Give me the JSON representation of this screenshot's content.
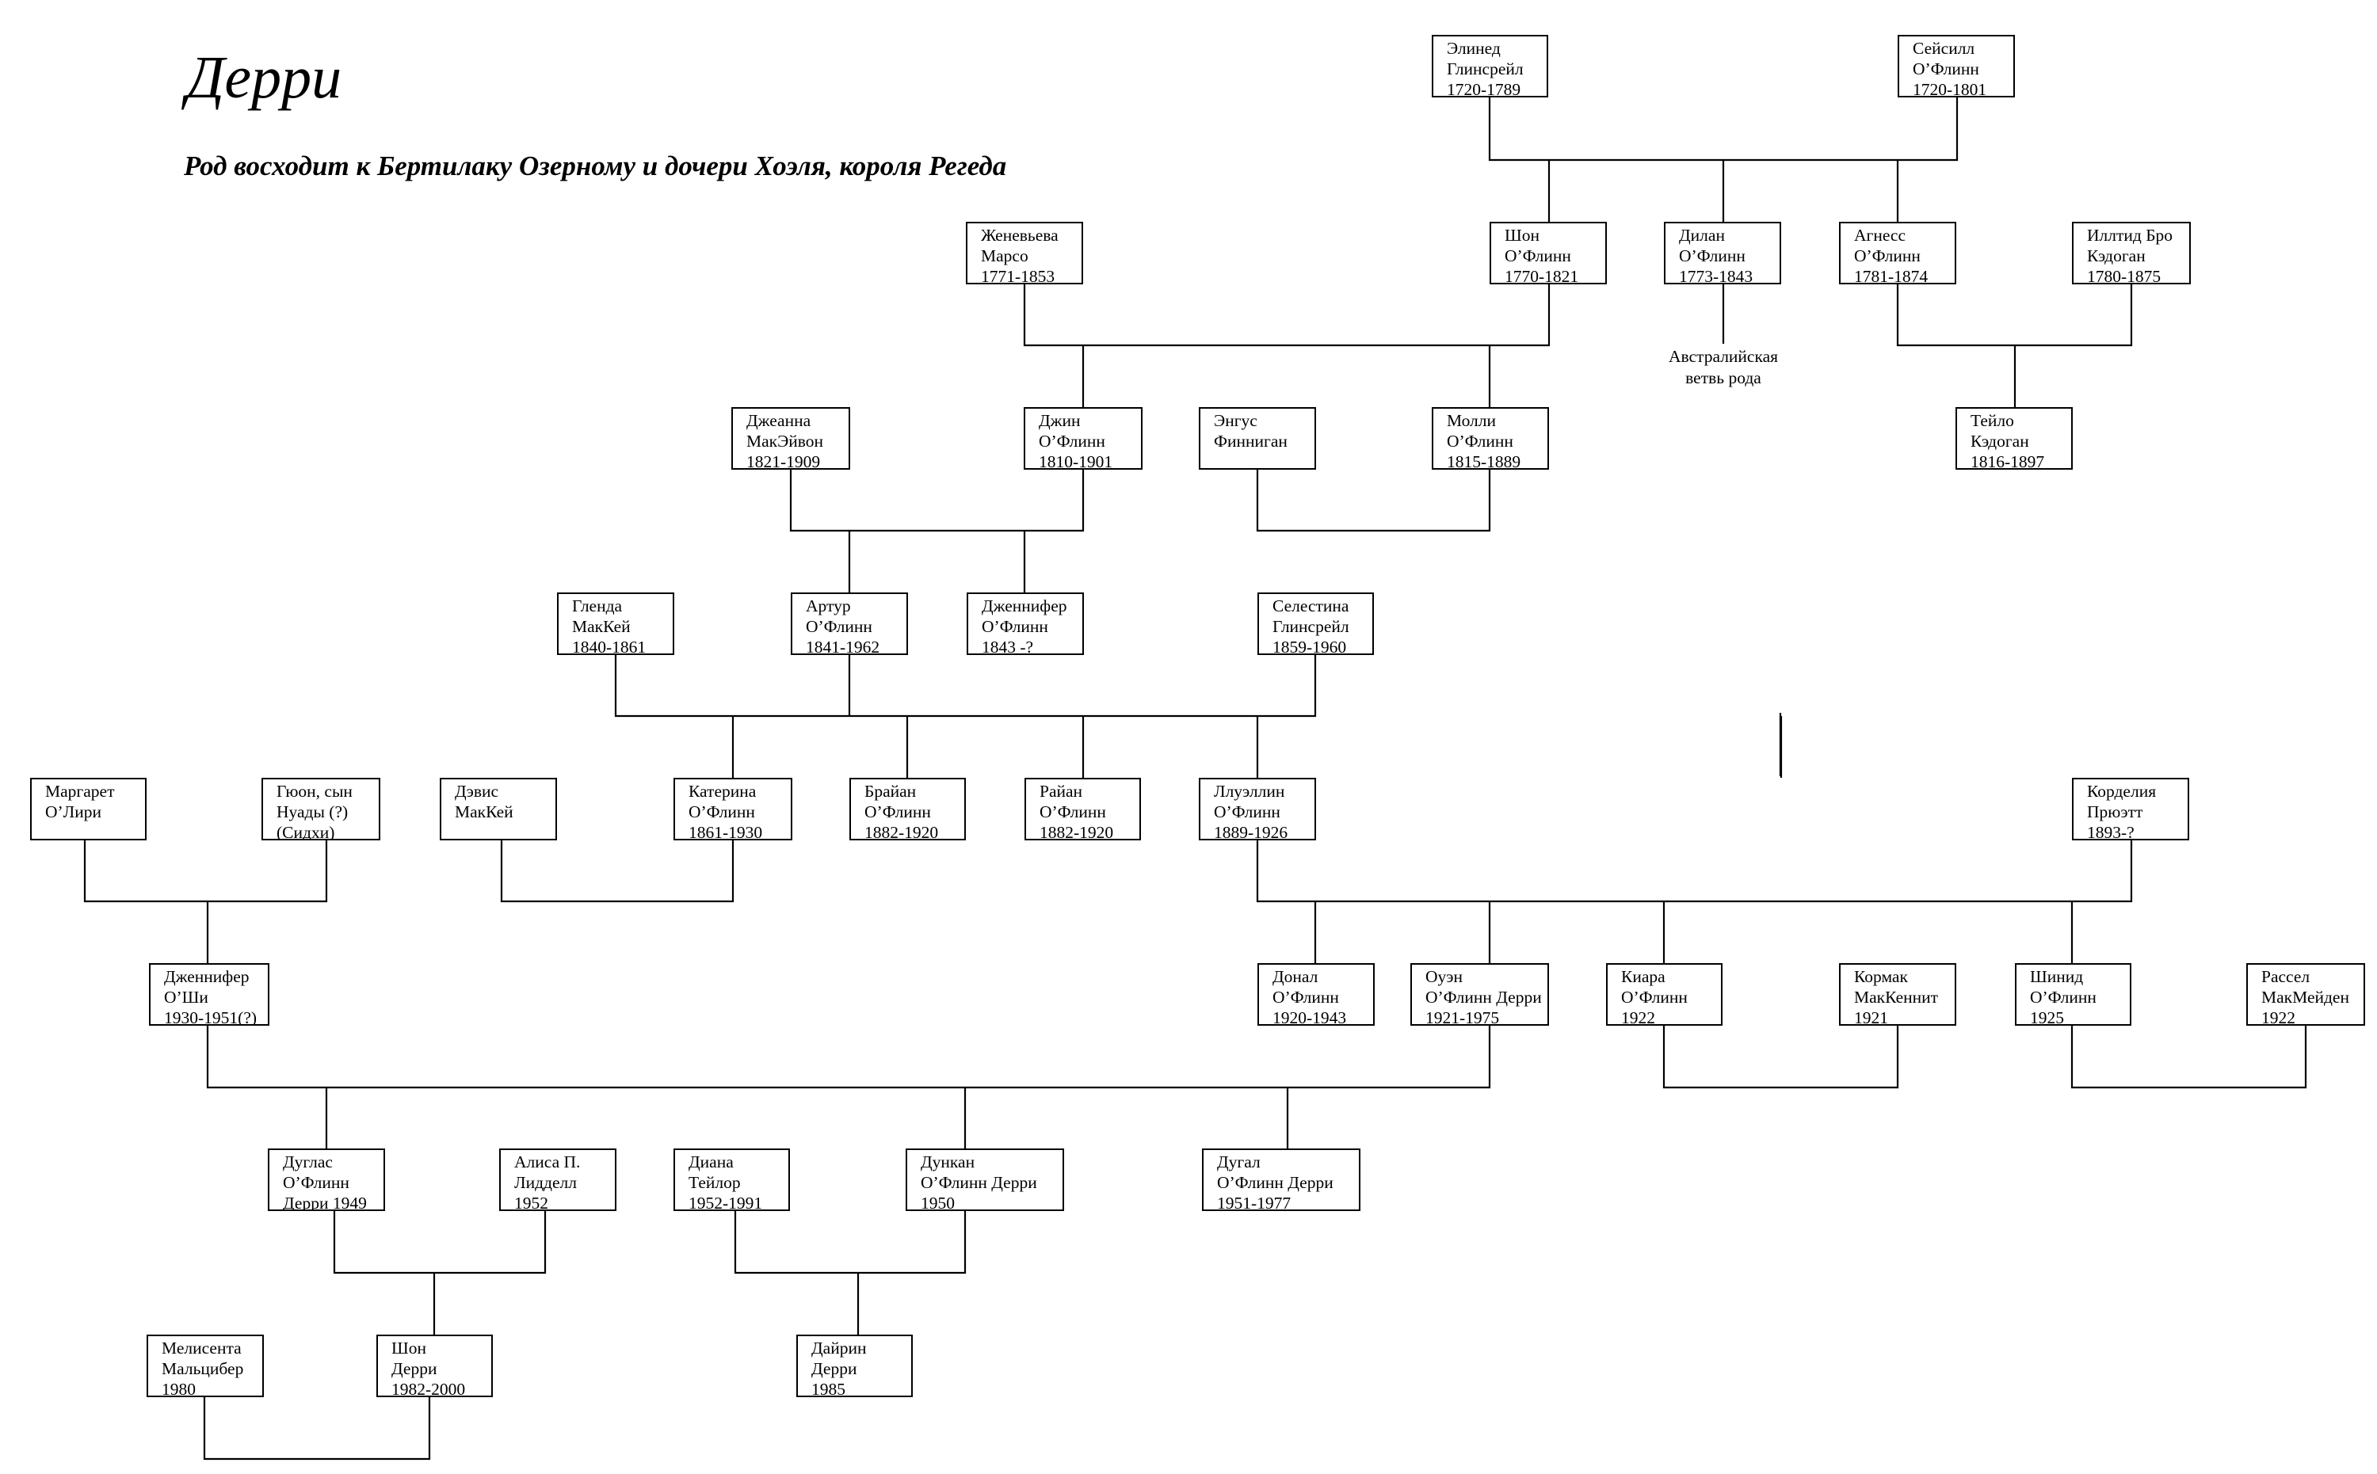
{
  "title": "Дерри",
  "subtitle": "Род восходит к Бертилаку Озерному и дочери Хоэля, короля Регеда",
  "persons": [
    {
      "id": "elined",
      "lines": [
        "Элинед",
        "Глинсрейл",
        "1720-1789"
      ]
    },
    {
      "id": "seysill",
      "lines": [
        "Сейсилл",
        "О’Флинн",
        "1720-1801"
      ]
    },
    {
      "id": "zheneveva",
      "lines": [
        "Женевьева",
        "Марсо",
        "1771-1853"
      ]
    },
    {
      "id": "shon1",
      "lines": [
        "Шон",
        "О’Флинн",
        "1770-1821"
      ]
    },
    {
      "id": "dilan",
      "lines": [
        "Дилан",
        "О’Флинн",
        "1773-1843"
      ]
    },
    {
      "id": "agness",
      "lines": [
        "Агнесс",
        "О’Флинн",
        "1781-1874"
      ]
    },
    {
      "id": "illtid",
      "lines": [
        "Иллтид Бро",
        "Кэдоган",
        "1780-1875"
      ]
    },
    {
      "id": "dzheanna",
      "lines": [
        "Джеанна",
        "МакЭйвон",
        "1821-1909"
      ]
    },
    {
      "id": "dzhin",
      "lines": [
        "Джин",
        "О’Флинн",
        "1810-1901"
      ]
    },
    {
      "id": "engus",
      "lines": [
        "Энгус",
        "Финниган"
      ]
    },
    {
      "id": "molli",
      "lines": [
        "Молли",
        "О’Флинн",
        "1815-1889"
      ]
    },
    {
      "id": "teylo",
      "lines": [
        "Тейло",
        "Кэдоган",
        "1816-1897"
      ]
    },
    {
      "id": "glenda",
      "lines": [
        "Гленда",
        "МакКей",
        "1840-1861"
      ]
    },
    {
      "id": "artur",
      "lines": [
        "Артур",
        "О’Флинн",
        "1841-1962"
      ]
    },
    {
      "id": "dzhennifer1",
      "lines": [
        "Дженнифер",
        "О’Флинн",
        "1843 -?"
      ]
    },
    {
      "id": "selestina",
      "lines": [
        "Селестина",
        "Глинсрейл",
        "1859-1960"
      ]
    },
    {
      "id": "margaret",
      "lines": [
        "Маргарет",
        "О’Лири"
      ]
    },
    {
      "id": "gyuon",
      "lines": [
        "Гюон, сын",
        "Нуады  (?)",
        "(Сидхи)"
      ]
    },
    {
      "id": "devis",
      "lines": [
        "Дэвис",
        "МакКей"
      ]
    },
    {
      "id": "katerina",
      "lines": [
        "Катерина",
        "О’Флинн",
        "1861-1930"
      ]
    },
    {
      "id": "brayan",
      "lines": [
        "Брайан",
        "О’Флинн",
        "1882-1920"
      ]
    },
    {
      "id": "rayan",
      "lines": [
        "Райан",
        "О’Флинн",
        "1882-1920"
      ]
    },
    {
      "id": "lluellin",
      "lines": [
        "Ллуэллин",
        "О’Флинн",
        "1889-1926"
      ]
    },
    {
      "id": "kordeliya",
      "lines": [
        "Корделия",
        "Прюэтт",
        "1893-?"
      ]
    },
    {
      "id": "dzhennifer2",
      "lines": [
        "Дженнифер",
        "О’Ши",
        "1930-1951(?)"
      ]
    },
    {
      "id": "donal",
      "lines": [
        "Донал",
        "О’Флинн",
        "1920-1943"
      ]
    },
    {
      "id": "ouen",
      "lines": [
        "Оуэн",
        "О’Флинн Дерри",
        "1921-1975"
      ]
    },
    {
      "id": "kiara",
      "lines": [
        "Киара",
        "О’Флинн",
        "1922"
      ]
    },
    {
      "id": "kormak",
      "lines": [
        "Кормак",
        "МакКеннит",
        "1921"
      ]
    },
    {
      "id": "shinid",
      "lines": [
        "Шинид",
        "О’Флинн",
        "1925"
      ]
    },
    {
      "id": "rassel",
      "lines": [
        "Рассел",
        "МакМейден",
        "1922"
      ]
    },
    {
      "id": "duglas",
      "lines": [
        "Дуглас",
        "О’Флинн",
        "Дерри 1949"
      ]
    },
    {
      "id": "alisa",
      "lines": [
        "Алиса П.",
        "Лидделл",
        "1952"
      ]
    },
    {
      "id": "diana",
      "lines": [
        "Диана",
        "Тейлор",
        "1952-1991"
      ]
    },
    {
      "id": "dunkan",
      "lines": [
        "Дункан",
        "О’Флинн Дерри",
        "1950"
      ]
    },
    {
      "id": "dugal",
      "lines": [
        "Дугал",
        "О’Флинн Дерри",
        "1951-1977"
      ]
    },
    {
      "id": "melisenta",
      "lines": [
        "Мелисента",
        "Мальцибер",
        "1980"
      ]
    },
    {
      "id": "shon2",
      "lines": [
        "Шон",
        "Дерри",
        "1982-2000"
      ]
    },
    {
      "id": "dayrin",
      "lines": [
        "Дайрин",
        "Дерри",
        "1985"
      ]
    }
  ],
  "note": [
    "Австралийская",
    "ветвь рода"
  ]
}
